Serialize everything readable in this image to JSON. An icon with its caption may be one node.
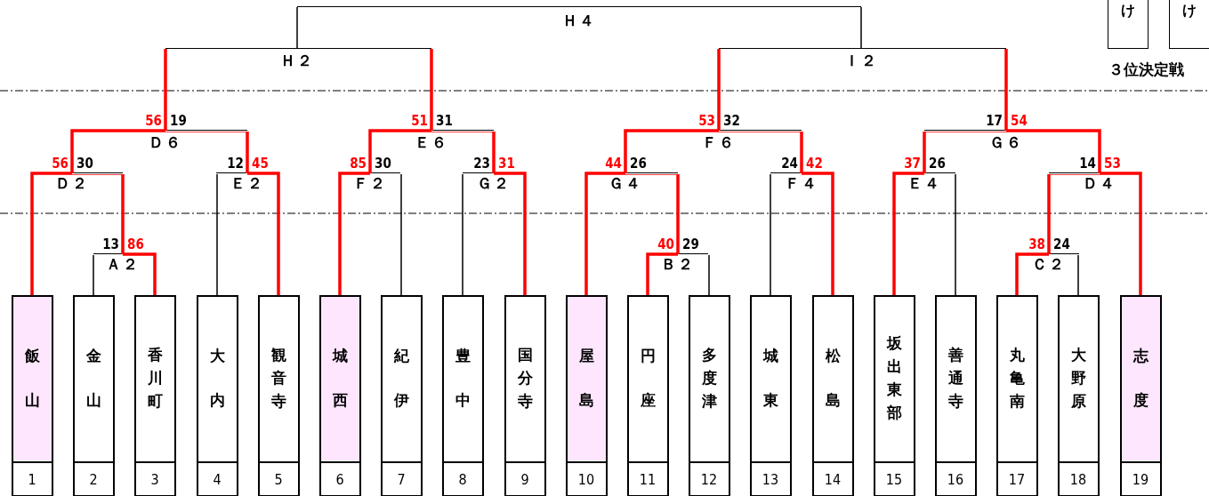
{
  "diagram": {
    "nodes": [
      {
        "text": [
          "Ｈ４"
        ]
      },
      {
        "text": [
          "け"
        ]
      },
      {
        "text": [
          "け"
        ]
      },
      {
        "text": [
          "Ｈ２"
        ]
      },
      {
        "text": [
          "Ｉ２"
        ]
      },
      {
        "text": [
          "Ｄ６"
        ]
      },
      {
        "text": [
          "Ｅ６"
        ]
      },
      {
        "text": [
          "Ｆ６"
        ]
      },
      {
        "text": [
          "Ｇ６"
        ]
      },
      {
        "text": [
          "Ｄ２"
        ]
      },
      {
        "text": [
          "Ｅ２"
        ]
      },
      {
        "text": [
          "Ｆ２"
        ]
      },
      {
        "text": [
          "Ｇ２"
        ]
      },
      {
        "text": [
          "Ｇ４"
        ]
      },
      {
        "text": [
          "Ｆ４"
        ]
      },
      {
        "text": [
          "Ｅ４"
        ]
      },
      {
        "text": [
          "Ｄ４"
        ]
      },
      {
        "text": [
          "Ａ２"
        ]
      },
      {
        "text": [
          "Ｂ２"
        ]
      },
      {
        "text": [
          "Ｃ２"
        ]
      },
      {
        "text": [
          "飯山",
          "1"
        ]
      },
      {
        "text": [
          "金山",
          "2"
        ]
      },
      {
        "text": [
          "香川町",
          "3"
        ]
      },
      {
        "text": [
          "大内",
          "4"
        ]
      },
      {
        "text": [
          "観音寺",
          "5"
        ]
      },
      {
        "text": [
          "城西",
          "6"
        ]
      },
      {
        "text": [
          "紀伊",
          "7"
        ]
      },
      {
        "text": [
          "豊中",
          "8"
        ]
      },
      {
        "text": [
          "国分寺",
          "9"
        ]
      },
      {
        "text": [
          "屋島",
          "10"
        ]
      },
      {
        "text": [
          "円座",
          "11"
        ]
      },
      {
        "text": [
          "多度津",
          "12"
        ]
      },
      {
        "text": [
          "城東",
          "13"
        ]
      },
      {
        "text": [
          "松島",
          "14"
        ]
      },
      {
        "text": [
          "坂出東部",
          "15"
        ]
      },
      {
        "text": [
          "善通寺",
          "16"
        ]
      },
      {
        "text": [
          "丸亀南",
          "17"
        ]
      },
      {
        "text": [
          "大野原",
          "18"
        ]
      },
      {
        "text": [
          "志度",
          "19"
        ]
      }
    ],
    "edges": [
      {
        "from": 3,
        "to": 0,
        "arrow": "none",
        "color": "#000000"
      },
      {
        "from": 4,
        "to": 0,
        "arrow": "none",
        "color": "#000000"
      },
      {
        "from": 5,
        "to": 3,
        "arrow": "none"
      },
      {
        "from": 6,
        "to": 3,
        "arrow": "none"
      },
      {
        "from": 7,
        "to": 4,
        "arrow": "none"
      },
      {
        "from": 8,
        "to": 4,
        "arrow": "none"
      },
      {
        "from": 9,
        "to": 5,
        "arrow": "none",
        "label": "56"
      },
      {
        "from": 10,
        "to": 5,
        "arrow": "none",
        "label": "19"
      },
      {
        "from": 11,
        "to": 6,
        "arrow": "none",
        "label": "51"
      },
      {
        "from": 12,
        "to": 6,
        "arrow": "none",
        "label": "31"
      },
      {
        "from": 13,
        "to": 7,
        "arrow": "none",
        "label": "53"
      },
      {
        "from": 14,
        "to": 7,
        "arrow": "none",
        "label": "32"
      },
      {
        "from": 15,
        "to": 8,
        "arrow": "none",
        "label": "17"
      },
      {
        "from": 16,
        "to": 8,
        "arrow": "none",
        "label": "54"
      },
      {
        "from": 20,
        "to": 9,
        "arrow": "none",
        "label": "56"
      },
      {
        "from": 17,
        "to": 9,
        "arrow": "none",
        "label": "30"
      },
      {
        "from": 23,
        "to": 10,
        "arrow": "none",
        "label": "12",
        "color": "#000000"
      },
      {
        "from": 24,
        "to": 10,
        "arrow": "none",
        "label": "45"
      },
      {
        "from": 25,
        "to": 11,
        "arrow": "none",
        "label": "85"
      },
      {
        "from": 26,
        "to": 11,
        "arrow": "none",
        "label": "30",
        "color": "#000000"
      },
      {
        "from": 27,
        "to": 12,
        "arrow": "none",
        "label": "23",
        "color": "#000000"
      },
      {
        "from": 28,
        "to": 12,
        "arrow": "none",
        "label": "31"
      },
      {
        "from": 29,
        "to": 13,
        "arrow": "none",
        "label": "44"
      },
      {
        "from": 18,
        "to": 13,
        "arrow": "none",
        "label": "26"
      },
      {
        "from": 32,
        "to": 14,
        "arrow": "none",
        "label": "24",
        "color": "#000000"
      },
      {
        "from": 33,
        "to": 14,
        "arrow": "none",
        "label": "42"
      },
      {
        "from": 34,
        "to": 15,
        "arrow": "none",
        "label": "37"
      },
      {
        "from": 35,
        "to": 15,
        "arrow": "none",
        "label": "26",
        "color": "#000000"
      },
      {
        "from": 19,
        "to": 16,
        "arrow": "none",
        "label": "14"
      },
      {
        "from": 38,
        "to": 16,
        "arrow": "none",
        "label": "53"
      },
      {
        "from": 21,
        "to": 17,
        "arrow": "none",
        "label": "13",
        "color": "#000000"
      },
      {
        "from": 22,
        "to": 17,
        "arrow": "none",
        "label": "86"
      },
      {
        "from": 30,
        "to": 18,
        "arrow": "none",
        "label": "40"
      },
      {
        "from": 31,
        "to": 18,
        "arrow": "none",
        "label": "29",
        "color": "#000000"
      },
      {
        "from": 36,
        "to": 19,
        "arrow": "none",
        "label": "38"
      },
      {
        "from": 37,
        "to": 19,
        "arrow": "none",
        "label": "24",
        "color": "#000000"
      }
    ],
    "labels": [
      "３位決定戦"
    ]
  }
}
